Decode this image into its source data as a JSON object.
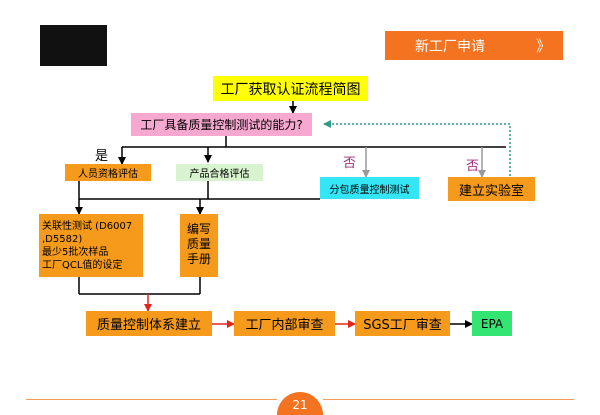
{
  "header": {
    "title": "新工厂申请",
    "chevron": "》"
  },
  "flowchart": {
    "title": "工厂获取认证流程简图",
    "question": "工厂具备质量控制测试的能力?",
    "yes_label": "是",
    "no_label_1": "否",
    "no_label_2": "否",
    "personnel": "人员资格评估",
    "product": "产品合格评估",
    "subcontract": "分包质量控制测试",
    "build_lab": "建立实验室",
    "testing_lines": [
      "关联性测试 (D6007",
      ",D5582)",
      "最少5批次样品",
      "工厂QCL值的设定"
    ],
    "manual_lines": [
      "编写",
      "质量",
      "手册"
    ],
    "qc_system": "质量控制体系建立",
    "internal_audit": "工厂内部审查",
    "sgs_audit": "SGS工厂审查",
    "epa": "EPA"
  },
  "footer": {
    "page_number": "21"
  },
  "colors": {
    "accent_orange": "#f37320",
    "box_orange": "#f59a1b",
    "box_yellow": "#ffff00",
    "box_pink": "#f7a8d0",
    "box_cyan": "#33e5f5",
    "box_green": "#33e573",
    "arrow_red": "#e0261a",
    "dotted_teal": "#2e9c86",
    "no_label_purple": "#a0307f"
  }
}
